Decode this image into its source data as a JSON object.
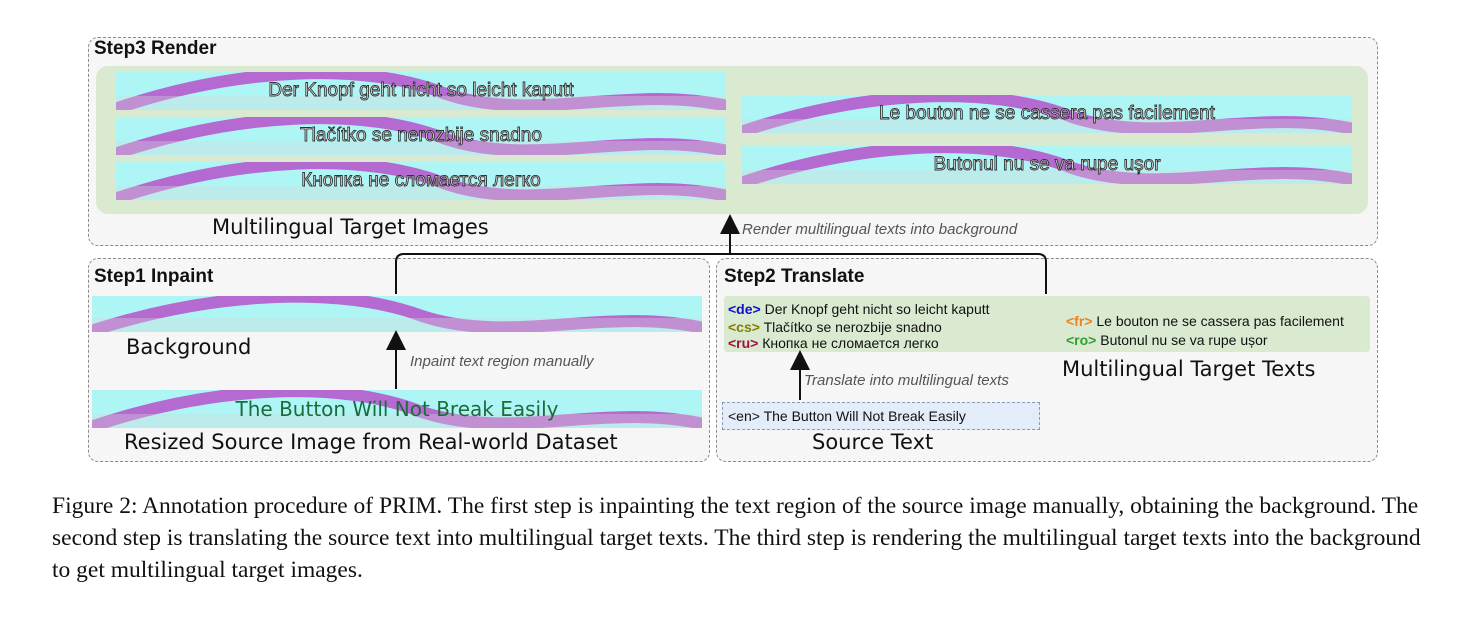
{
  "step3": {
    "title": "Step3 Render",
    "target_images": [
      "Der Knopf geht nicht so leicht kaputt",
      "Tlačítko se nerozbije snadno",
      "Кнопка не сломается легко",
      "Le bouton ne se cassera pas facilement",
      "Butonul nu se va rupe ușor"
    ],
    "images_label": "Multilingual Target Images",
    "arrow_note": "Render multilingual texts into background"
  },
  "step1": {
    "title": "Step1 Inpaint",
    "background_label": "Background",
    "arrow_note": "Inpaint text region manually",
    "source_image_text": "The Button Will Not Break Easily",
    "source_label": "Resized Source Image from Real-world Dataset"
  },
  "step2": {
    "title": "Step2  Translate",
    "translations": [
      {
        "tag": "<de>",
        "text": "Der Knopf geht nicht so leicht kaputt",
        "color": "#1010d0"
      },
      {
        "tag": "<cs>",
        "text": "Tlačítko se nerozbije snadno",
        "color": "#808000"
      },
      {
        "tag": "<ru>",
        "text": "Кнопка не сломается легко",
        "color": "#a01040"
      },
      {
        "tag": "<fr>",
        "text": "Le bouton ne se cassera pas facilement",
        "color": "#f08020"
      },
      {
        "tag": "<ro>",
        "text": "Butonul nu se va rupe ușor",
        "color": "#30a030"
      }
    ],
    "targets_label": "Multilingual Target Texts",
    "arrow_note": "Translate into multilingual texts",
    "source_tag": "<en>",
    "source_text": "The Button Will Not Break Easily",
    "source_label": "Source Text"
  },
  "caption": "Figure 2: Annotation procedure of PRIM. The first step is inpainting the text region of the source image manually, obtaining the background. The second step is translating the source text into multilingual target texts. The third step is rendering the multilingual target texts into the background to get multilingual target images.",
  "colors": {
    "strip_bg": "#aef6f6",
    "purple_stroke": "#b46ad0",
    "green_box": "#d9ead0",
    "blue_box": "#e3edfa"
  }
}
